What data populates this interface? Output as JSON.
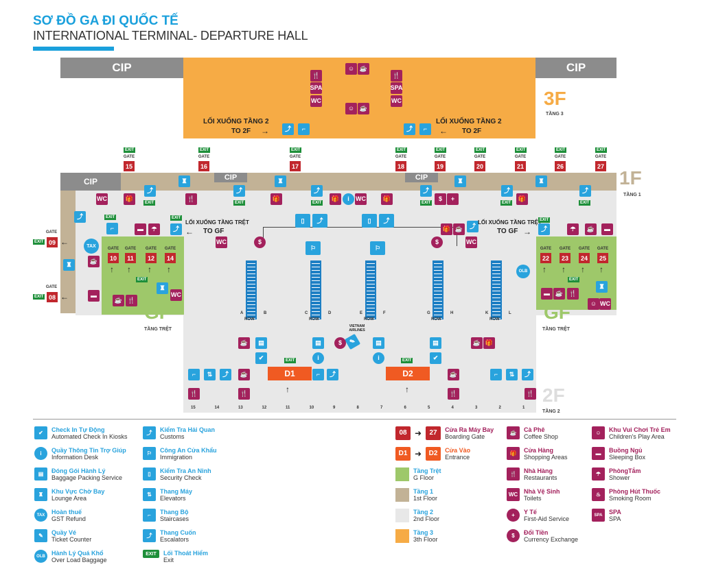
{
  "title": "SƠ ĐỒ GA ĐI QUỐC TẾ",
  "subtitle": "INTERNATIONAL TERMINAL- DEPARTURE HALL",
  "cip": "CIP",
  "floors": {
    "f3": {
      "label": "3F",
      "sub": "TẦNG 3"
    },
    "f1": {
      "label": "1F",
      "sub": "TẦNG 1"
    },
    "f2": {
      "label": "2F",
      "sub": "TẦNG 2"
    },
    "gf_left": {
      "label": "GF",
      "sub": "TẦNG TRỆT"
    },
    "gf_right": {
      "label": "GF",
      "sub": "TẦNG TRỆT"
    }
  },
  "down2": {
    "vi": "LỐI XUỐNG TẦNG 2",
    "en": "TO 2F"
  },
  "downG": {
    "vi": "LỐI XUỐNG TẦNG TRỆT",
    "en": "TO GF"
  },
  "gate_word": "GATE",
  "exit_word": "EXIT",
  "gates_top": [
    "15",
    "16",
    "17",
    "18",
    "19",
    "20",
    "21",
    "26",
    "27"
  ],
  "gates_left": [
    "09",
    "08"
  ],
  "gates_gf_left": [
    "10",
    "11",
    "12",
    "14"
  ],
  "gates_gf_right": [
    "22",
    "23",
    "24",
    "25"
  ],
  "rows": [
    {
      "a": "A",
      "b": "B"
    },
    {
      "a": "C",
      "b": "D"
    },
    {
      "a": "E",
      "b": "F"
    },
    {
      "a": "G",
      "b": "H"
    },
    {
      "a": "K",
      "b": "L"
    }
  ],
  "row_word": "ROW",
  "vn_airlines": "VIETNAM AIRLINES",
  "entrances": [
    "D1",
    "D2"
  ],
  "door_numbers": [
    "15",
    "14",
    "13",
    "12",
    "11",
    "10",
    "9",
    "8",
    "7",
    "6",
    "5",
    "4",
    "3",
    "2",
    "1"
  ],
  "icons": {
    "spa": "SPA",
    "wc": "WC",
    "tax": "TAX",
    "olb": "OLB"
  },
  "legend": {
    "checkin": {
      "vi": "Check In Tự Động",
      "en": "Automated Check In Kiosks"
    },
    "info": {
      "vi": "Quầy Thông Tin Trợ Giúp",
      "en": "Information Desk"
    },
    "baggage": {
      "vi": "Đóng Gói Hành Lý",
      "en": "Baggage Packing Service"
    },
    "lounge": {
      "vi": "Khu Vực Chờ Bay",
      "en": "Lounge Area"
    },
    "gst": {
      "vi": "Hoàn thuế",
      "en": "GST Refund"
    },
    "ticket": {
      "vi": "Quầy Vé",
      "en": "Ticket Counter"
    },
    "olb": {
      "vi": "Hành Lý Quá Khổ",
      "en": "Over Load Baggage"
    },
    "customs": {
      "vi": "Kiểm Tra Hải Quan",
      "en": "Customs"
    },
    "immigration": {
      "vi": "Công An Cửa Khẩu",
      "en": "Immigration"
    },
    "security": {
      "vi": "Kiểm Tra An Ninh",
      "en": "Security Check"
    },
    "elevators": {
      "vi": "Thang Máy",
      "en": "Elevators"
    },
    "stairs": {
      "vi": "Thang Bộ",
      "en": "Staircases"
    },
    "escalators": {
      "vi": "Thang Cuốn",
      "en": "Escalators"
    },
    "exit": {
      "vi": "Lối Thoát Hiểm",
      "en": "Exit"
    },
    "gate": {
      "from": "08",
      "to": "27",
      "vi": "Cửa Ra Máy Bay",
      "en": "Boarding Gate"
    },
    "entrance": {
      "from": "D1",
      "to": "D2",
      "vi": "Cửa Vào",
      "en": "Entrance"
    },
    "gfloor": {
      "vi": "Tầng Trệt",
      "en": "G Floor"
    },
    "floor1": {
      "vi": "Tầng 1",
      "en": "1st Floor"
    },
    "floor2": {
      "vi": "Tầng 2",
      "en": "2nd Floor"
    },
    "floor3": {
      "vi": "Tầng 3",
      "en": "3th Floor"
    },
    "coffee": {
      "vi": "Cà Phê",
      "en": "Coffee Shop"
    },
    "shop": {
      "vi": "Cửa Hàng",
      "en": "Shopping Areas"
    },
    "restaurant": {
      "vi": "Nhà Hàng",
      "en": "Restaurants"
    },
    "toilet": {
      "vi": "Nhà Vệ Sinh",
      "en": "Toilets"
    },
    "firstaid": {
      "vi": "Y Tế",
      "en": "First-Aid Service"
    },
    "currency": {
      "vi": "Đổi Tiền",
      "en": "Currency Exchange"
    },
    "play": {
      "vi": "Khu Vui Chơi Trẻ Em",
      "en": "Children's Play Area"
    },
    "sleep": {
      "vi": "Buồng Ngủ",
      "en": "Sleeping Box"
    },
    "shower": {
      "vi": "PhòngTắm",
      "en": "Shower"
    },
    "smoking": {
      "vi": "Phòng Hút Thuốc",
      "en": "Smoking Room"
    },
    "spa": {
      "vi": "SPA",
      "en": "SPA"
    }
  },
  "colors": {
    "blue": "#29a3dd",
    "magenta": "#a3215c",
    "red": "#c1272d",
    "green": "#1e8f3a",
    "orange": "#f05a22",
    "f3": "#f6ab45",
    "f1": "#c2b296",
    "f2": "#e8e8e8",
    "gf": "#9ec86a"
  }
}
